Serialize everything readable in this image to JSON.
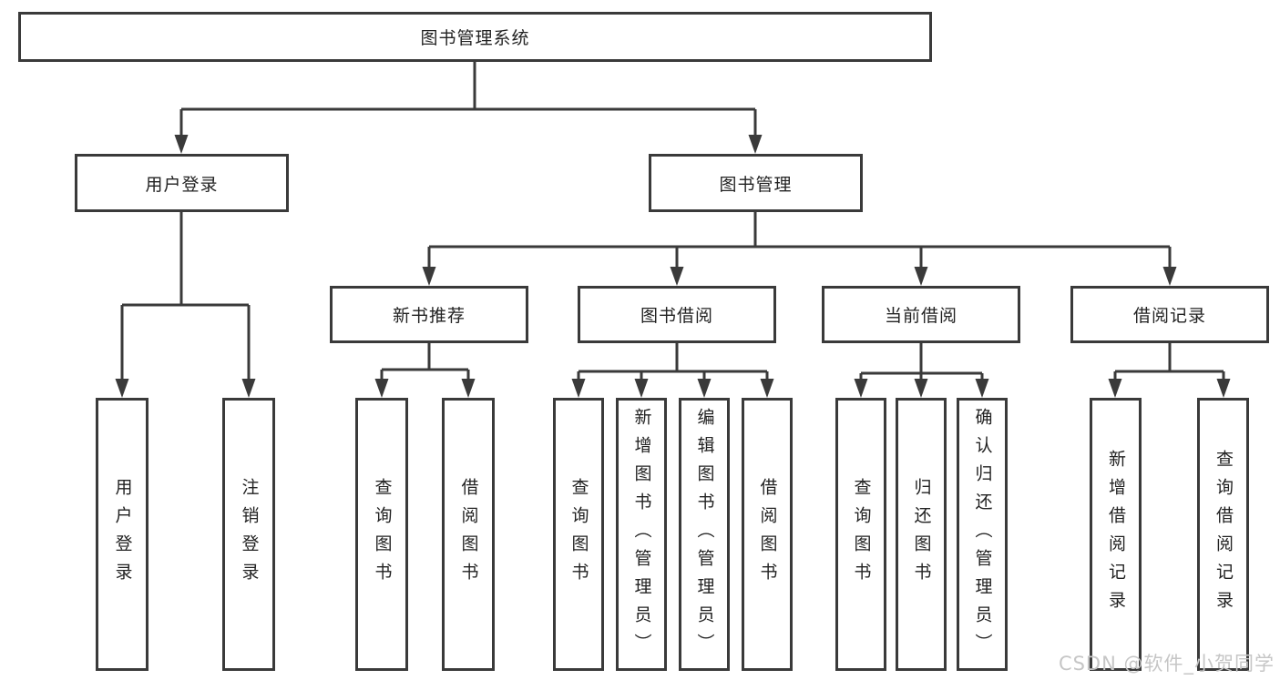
{
  "tree": {
    "root": {
      "label": "图书管理系统"
    },
    "children": [
      {
        "label": "用户登录",
        "children": [
          {
            "label": "用户登录"
          },
          {
            "label": "注销登录"
          }
        ]
      },
      {
        "label": "图书管理",
        "children": [
          {
            "label": "新书推荐",
            "children": [
              {
                "label": "查询图书"
              },
              {
                "label": "借阅图书"
              }
            ]
          },
          {
            "label": "图书借阅",
            "children": [
              {
                "label": "查询图书"
              },
              {
                "label": "新增图书（管理员）"
              },
              {
                "label": "编辑图书（管理员）"
              },
              {
                "label": "借阅图书"
              }
            ]
          },
          {
            "label": "当前借阅",
            "children": [
              {
                "label": "查询图书"
              },
              {
                "label": "归还图书"
              },
              {
                "label": "确认归还（管理员）"
              }
            ]
          },
          {
            "label": "借阅记录",
            "children": [
              {
                "label": "新增借阅记录"
              },
              {
                "label": "查询借阅记录"
              }
            ]
          }
        ]
      }
    ]
  },
  "watermark": {
    "text": "CSDN @软件_小贺同学"
  },
  "colors": {
    "line": "#3a3a3a",
    "text": "#222222",
    "watermark": "#c6c6c6",
    "background": "#ffffff"
  }
}
